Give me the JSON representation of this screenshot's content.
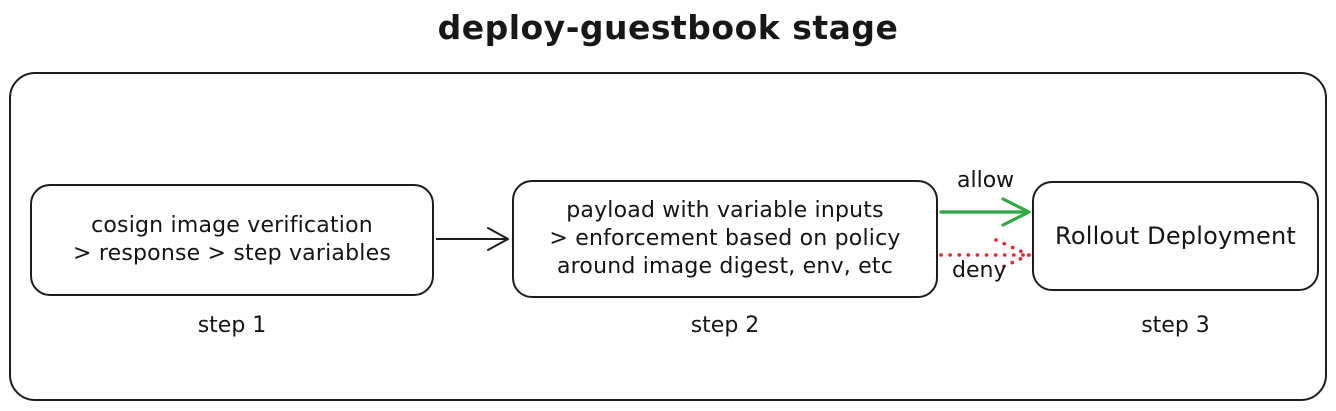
{
  "title": "deploy-guestbook stage",
  "colors": {
    "stroke": "#1d1d1d",
    "allow_green": "#2ea83f",
    "deny_red": "#e8232c",
    "background": "#ffffff"
  },
  "steps": [
    {
      "id": "step1",
      "caption": "step 1",
      "lines": [
        "cosign image verification",
        "> response > step variables"
      ]
    },
    {
      "id": "step2",
      "caption": "step 2",
      "lines": [
        "payload with variable inputs",
        "> enforcement based on policy",
        "around image digest, env, etc"
      ]
    },
    {
      "id": "step3",
      "caption": "step 3",
      "lines": [
        "Rollout Deployment"
      ]
    }
  ],
  "edges": {
    "step1_to_step2": {
      "label": "",
      "style": "solid",
      "color": "#1d1d1d"
    },
    "allow": {
      "label": "allow",
      "style": "solid",
      "color": "#2ea83f"
    },
    "deny": {
      "label": "deny",
      "style": "dotted",
      "color": "#e8232c"
    }
  },
  "chart_data": {
    "type": "diagram",
    "title": "deploy-guestbook stage",
    "nodes": [
      {
        "id": "step1",
        "label": "cosign image verification > response > step variables",
        "caption": "step 1"
      },
      {
        "id": "step2",
        "label": "payload with variable inputs > enforcement based on policy around image digest, env, etc",
        "caption": "step 2"
      },
      {
        "id": "step3",
        "label": "Rollout Deployment",
        "caption": "step 3"
      }
    ],
    "links": [
      {
        "from": "step1",
        "to": "step2",
        "label": "",
        "style": "solid",
        "color": "#1d1d1d"
      },
      {
        "from": "step2",
        "to": "step3",
        "label": "allow",
        "style": "solid",
        "color": "#2ea83f"
      },
      {
        "from": "step2",
        "to": "step3",
        "label": "deny",
        "style": "dotted",
        "color": "#e8232c"
      }
    ]
  }
}
